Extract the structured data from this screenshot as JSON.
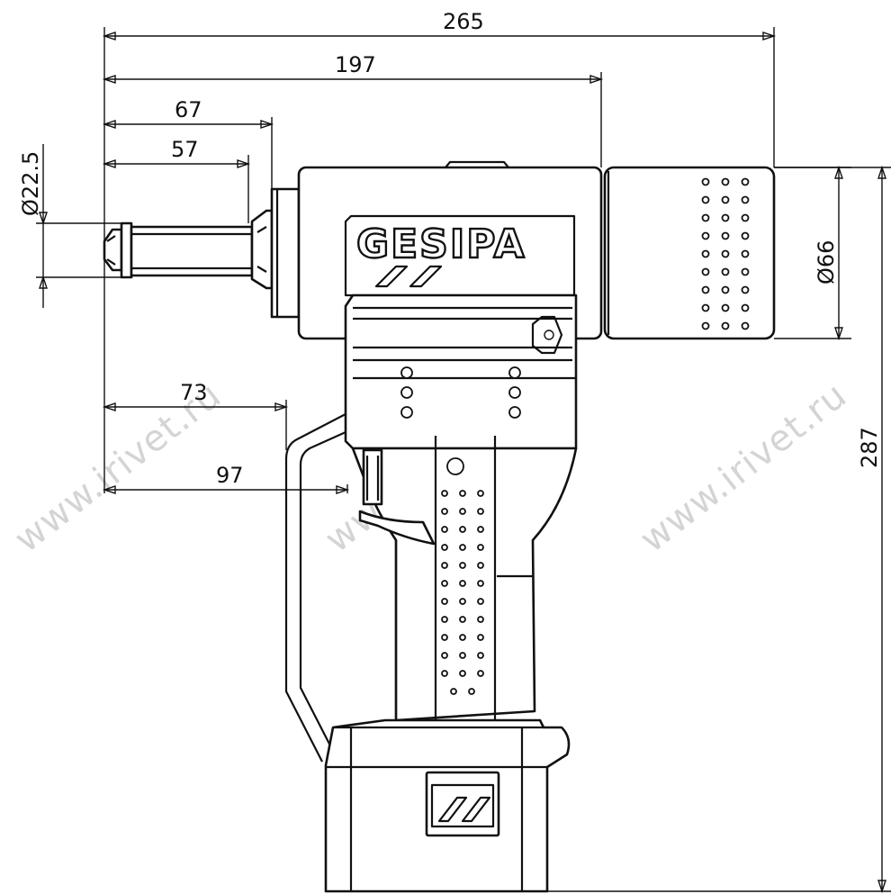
{
  "brand": "GESIPA",
  "watermark": [
    "www.irivet.ru",
    "www.irivet.ru",
    "www.irivet.ru"
  ],
  "dimensions": {
    "overall_length": "265",
    "body_length": "197",
    "nose_length_67": "67",
    "nose_length_57": "57",
    "nose_diameter": "Ø22.5",
    "motor_diameter": "Ø66",
    "handle_offset_73": "73",
    "trigger_offset_97": "97",
    "overall_height": "287"
  }
}
